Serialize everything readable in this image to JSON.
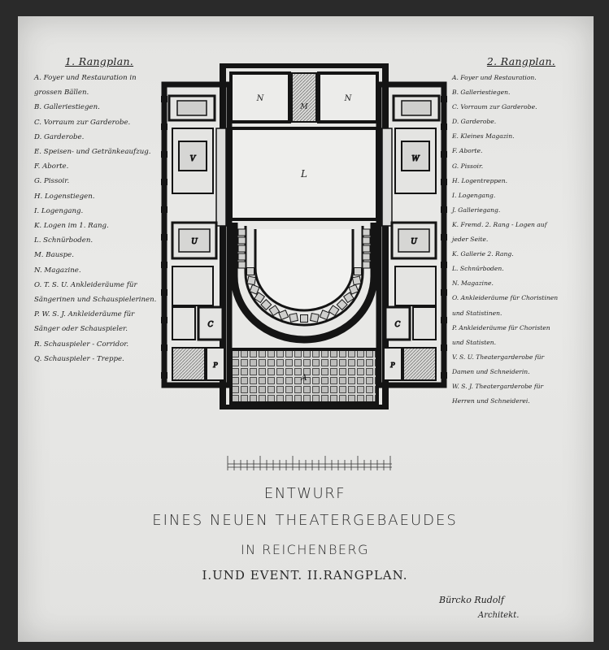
{
  "legend_left": {
    "title": "1. Rangplan.",
    "items": [
      "A. Foyer und Restauration in",
      "grossen Bällen.",
      "B. Galleriestiegen.",
      "C. Vorraum zur Garderobe.",
      "D. Garderobe.",
      "E. Speisen- und Getränkeaufzug.",
      "F. Aborte.",
      "G. Pissoir.",
      "H. Logenstiegen.",
      "I. Logengang.",
      "K. Logen im 1. Rang.",
      "L. Schnürboden.",
      "M. Bauspe.",
      "N. Magazine.",
      "O. T. S. U. Ankleideräume für",
      "Sängerinen und Schauspielerinen.",
      "P. W. S. J. Ankleideräume für",
      "Sänger oder Schauspieler.",
      "R. Schauspieler - Corridor.",
      "Q. Schauspieler - Treppe."
    ]
  },
  "legend_right": {
    "title": "2. Rangplan.",
    "items": [
      "A. Foyer und Restauration.",
      "B. Galleriestiegen.",
      "C. Vorraum zur Garderobe.",
      "D. Garderobe.",
      "E. Kleines Magazin.",
      "F. Aborte.",
      "G. Pissoir.",
      "H. Logentreppen.",
      "I. Logengang.",
      "J. Galleriegang.",
      "K. Fremd. 2. Rang - Logen auf",
      "jeder Seite.",
      "K. Gallerie 2. Rang.",
      "L. Schnürboden.",
      "N. Magazine.",
      "O. Ankleideräume für Choristinen",
      "und Statistinen.",
      "P. Ankleideräume für Choristen",
      "und Statisten.",
      "V. S. U. Theatergarderobe für",
      "Damen und Schneiderin.",
      "W. S. J. Theatergarderobe für",
      "Herren und Schneiderei."
    ]
  },
  "plan_labels": {
    "top_left": "N",
    "top_right": "N",
    "stage": "L",
    "stair": "M",
    "auditorium": "A",
    "left_c": "C",
    "right_c": "C",
    "left_u": "U",
    "right_u": "U",
    "left_p": "P",
    "right_p": "P",
    "left_v": "V",
    "right_w": "W"
  },
  "title": {
    "line1": "ENTWURF",
    "line2": "EINES NEUEN THEATERGEBAEUDES",
    "line3": "IN REICHENBERG",
    "line4": "I.UND EVENT. II.RANGPLAN."
  },
  "signature": {
    "name": "Bürcko Rudolf",
    "role": "Architekt."
  },
  "colors": {
    "ink": "#141414",
    "paper": "#e6e6e4",
    "hatch": "#3a3a3a"
  }
}
